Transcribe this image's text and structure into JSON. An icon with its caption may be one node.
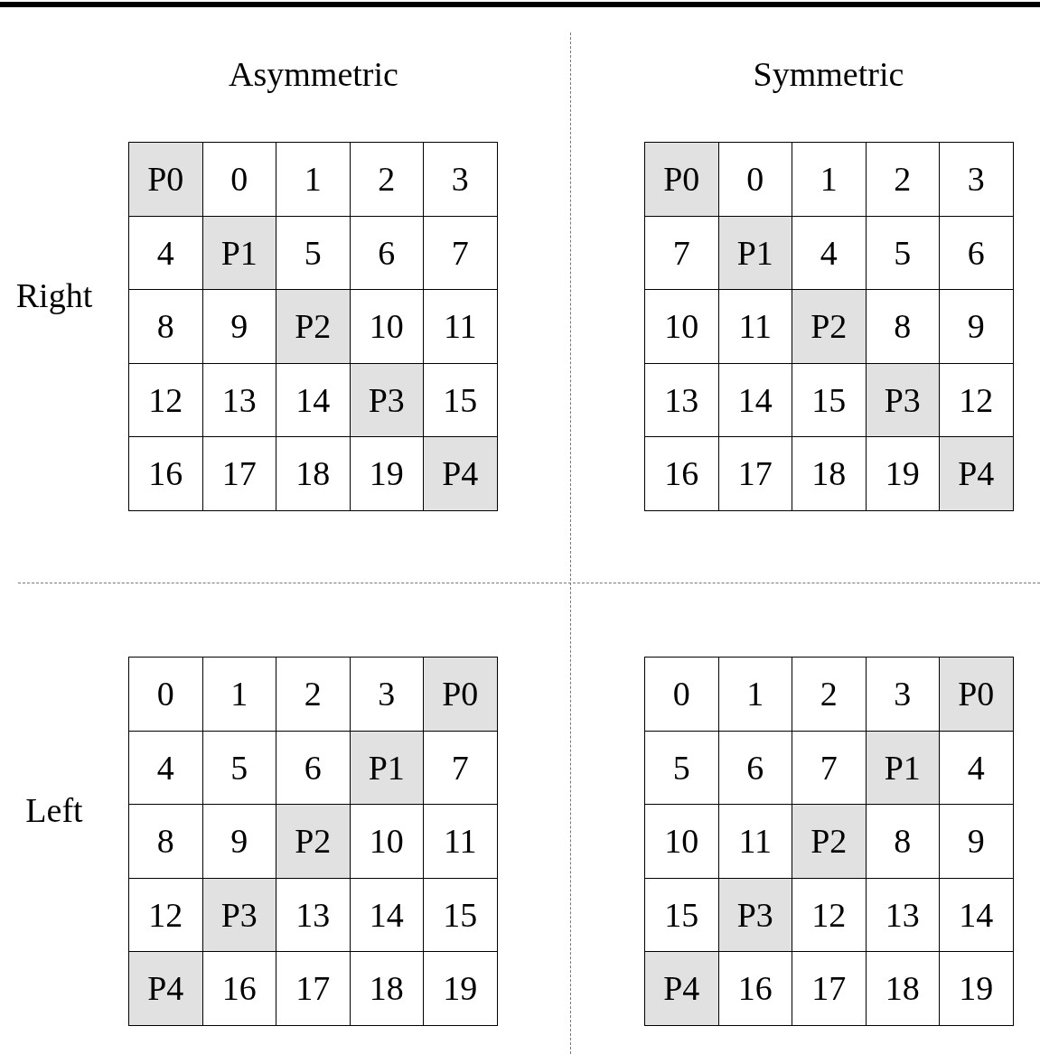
{
  "diagram": {
    "labels": [
      "Asymmetric",
      "Symmetric",
      "Right",
      "P0",
      "0",
      "1",
      "2",
      "3",
      "4",
      "P1",
      "5",
      "6",
      "7",
      "8",
      "9",
      "P2",
      "10",
      "11",
      "12",
      "13",
      "14",
      "P3",
      "15",
      "16",
      "17",
      "18",
      "19",
      "P4",
      "P0",
      "0",
      "1",
      "2",
      "3",
      "7",
      "P1",
      "4",
      "5",
      "6",
      "10",
      "11",
      "P2",
      "8",
      "9",
      "13",
      "14",
      "15",
      "P3",
      "12",
      "16",
      "17",
      "18",
      "19",
      "P4",
      "Left",
      "0",
      "1",
      "2",
      "3",
      "P0",
      "4",
      "5",
      "6",
      "P1",
      "7",
      "8",
      "9",
      "P2",
      "10",
      "11",
      "12",
      "P3",
      "13",
      "14",
      "15",
      "P4",
      "16",
      "17",
      "18",
      "19",
      "0",
      "1",
      "2",
      "3",
      "P0",
      "5",
      "6",
      "7",
      "P1",
      "4",
      "10",
      "11",
      "P2",
      "8",
      "9",
      "15",
      "P3",
      "12",
      "13",
      "14",
      "P4",
      "16",
      "17",
      "18",
      "19"
    ]
  }
}
